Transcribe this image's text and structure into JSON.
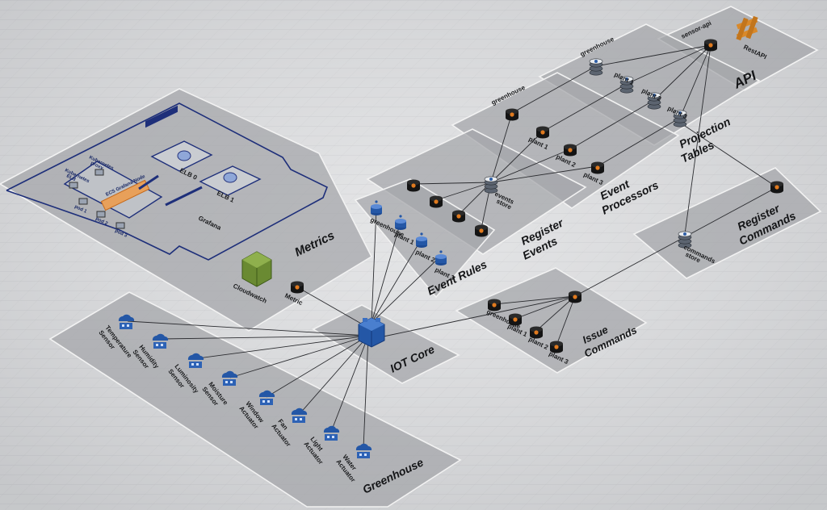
{
  "zones": {
    "api": "API",
    "projection_tables": [
      "Projection",
      "Tables"
    ],
    "event_processors": [
      "Event",
      "Processors"
    ],
    "register_events": [
      "Register",
      "Events"
    ],
    "register_commands": [
      "Register",
      "Commands"
    ],
    "event_rules": "Event Rules",
    "metrics": "Metrics",
    "iot_core": "IOT Core",
    "issue_commands": [
      "Issue",
      "Commands"
    ],
    "greenhouse": "Greenhouse"
  },
  "api": {
    "sensor_api": "sensor-api",
    "rest_api": "RestAPI"
  },
  "projection_tables": {
    "items": [
      "greenhouse",
      "plant 1",
      "plant 2",
      "plant 3"
    ]
  },
  "event_processors": {
    "items": [
      "greenhouse",
      "plant 1",
      "plant 2",
      "plant 3"
    ]
  },
  "register_events": {
    "store": [
      "events",
      "store"
    ]
  },
  "register_commands": {
    "store": [
      "commands",
      "store"
    ]
  },
  "event_rules": {
    "items": [
      "greenhouse",
      "plant 1",
      "plant 2",
      "plant 3"
    ]
  },
  "issue_commands": {
    "items": [
      "greenhouse",
      "plant 1",
      "plant 2",
      "plant 3"
    ]
  },
  "metrics": {
    "cloudwatch": "Cloudwatch",
    "metric": "Metric",
    "grafana": "Grafana",
    "elb0": "ELB 0",
    "elb1": "ELB 1",
    "kubernetes_proxy": [
      "Kubernetes",
      "proxy"
    ],
    "kubernetes_elb": [
      "Kubernetes",
      "ELB"
    ],
    "ecs_grafana_node": "ECS Grafana Node",
    "tiny_labels": [
      "pod 1",
      "pod 2",
      "pod 3"
    ]
  },
  "greenhouse": {
    "devices": [
      [
        "Temperature",
        "Sensor"
      ],
      [
        "Humidity",
        "Sensor"
      ],
      [
        "Luminosity",
        "Sensor"
      ],
      [
        "Moisture",
        "Sensor"
      ],
      [
        "Window",
        "Actuator"
      ],
      [
        "Fan",
        "Actuator"
      ],
      [
        "Light",
        "Actuator"
      ],
      [
        "Water",
        "Actuator"
      ]
    ]
  },
  "colors": {
    "background": "#dcdddf",
    "platform": "#a3a5a9",
    "database_dark": "#141414",
    "database_accent": "#e07a1f",
    "storage_blue": "#2f5fa8",
    "iot_blue": "#2457a6",
    "cloudwatch_green": "#6a8a32",
    "rest_api_orange": "#d9892a"
  },
  "icons": {
    "database": "dynamodb-table-icon",
    "store": "storage-cylinder-icon",
    "rule": "iot-rule-icon",
    "device": "iot-device-cloud-icon",
    "hub": "iot-core-icon",
    "cloudwatch": "cloudwatch-icon",
    "rest_api": "api-gateway-icon"
  }
}
